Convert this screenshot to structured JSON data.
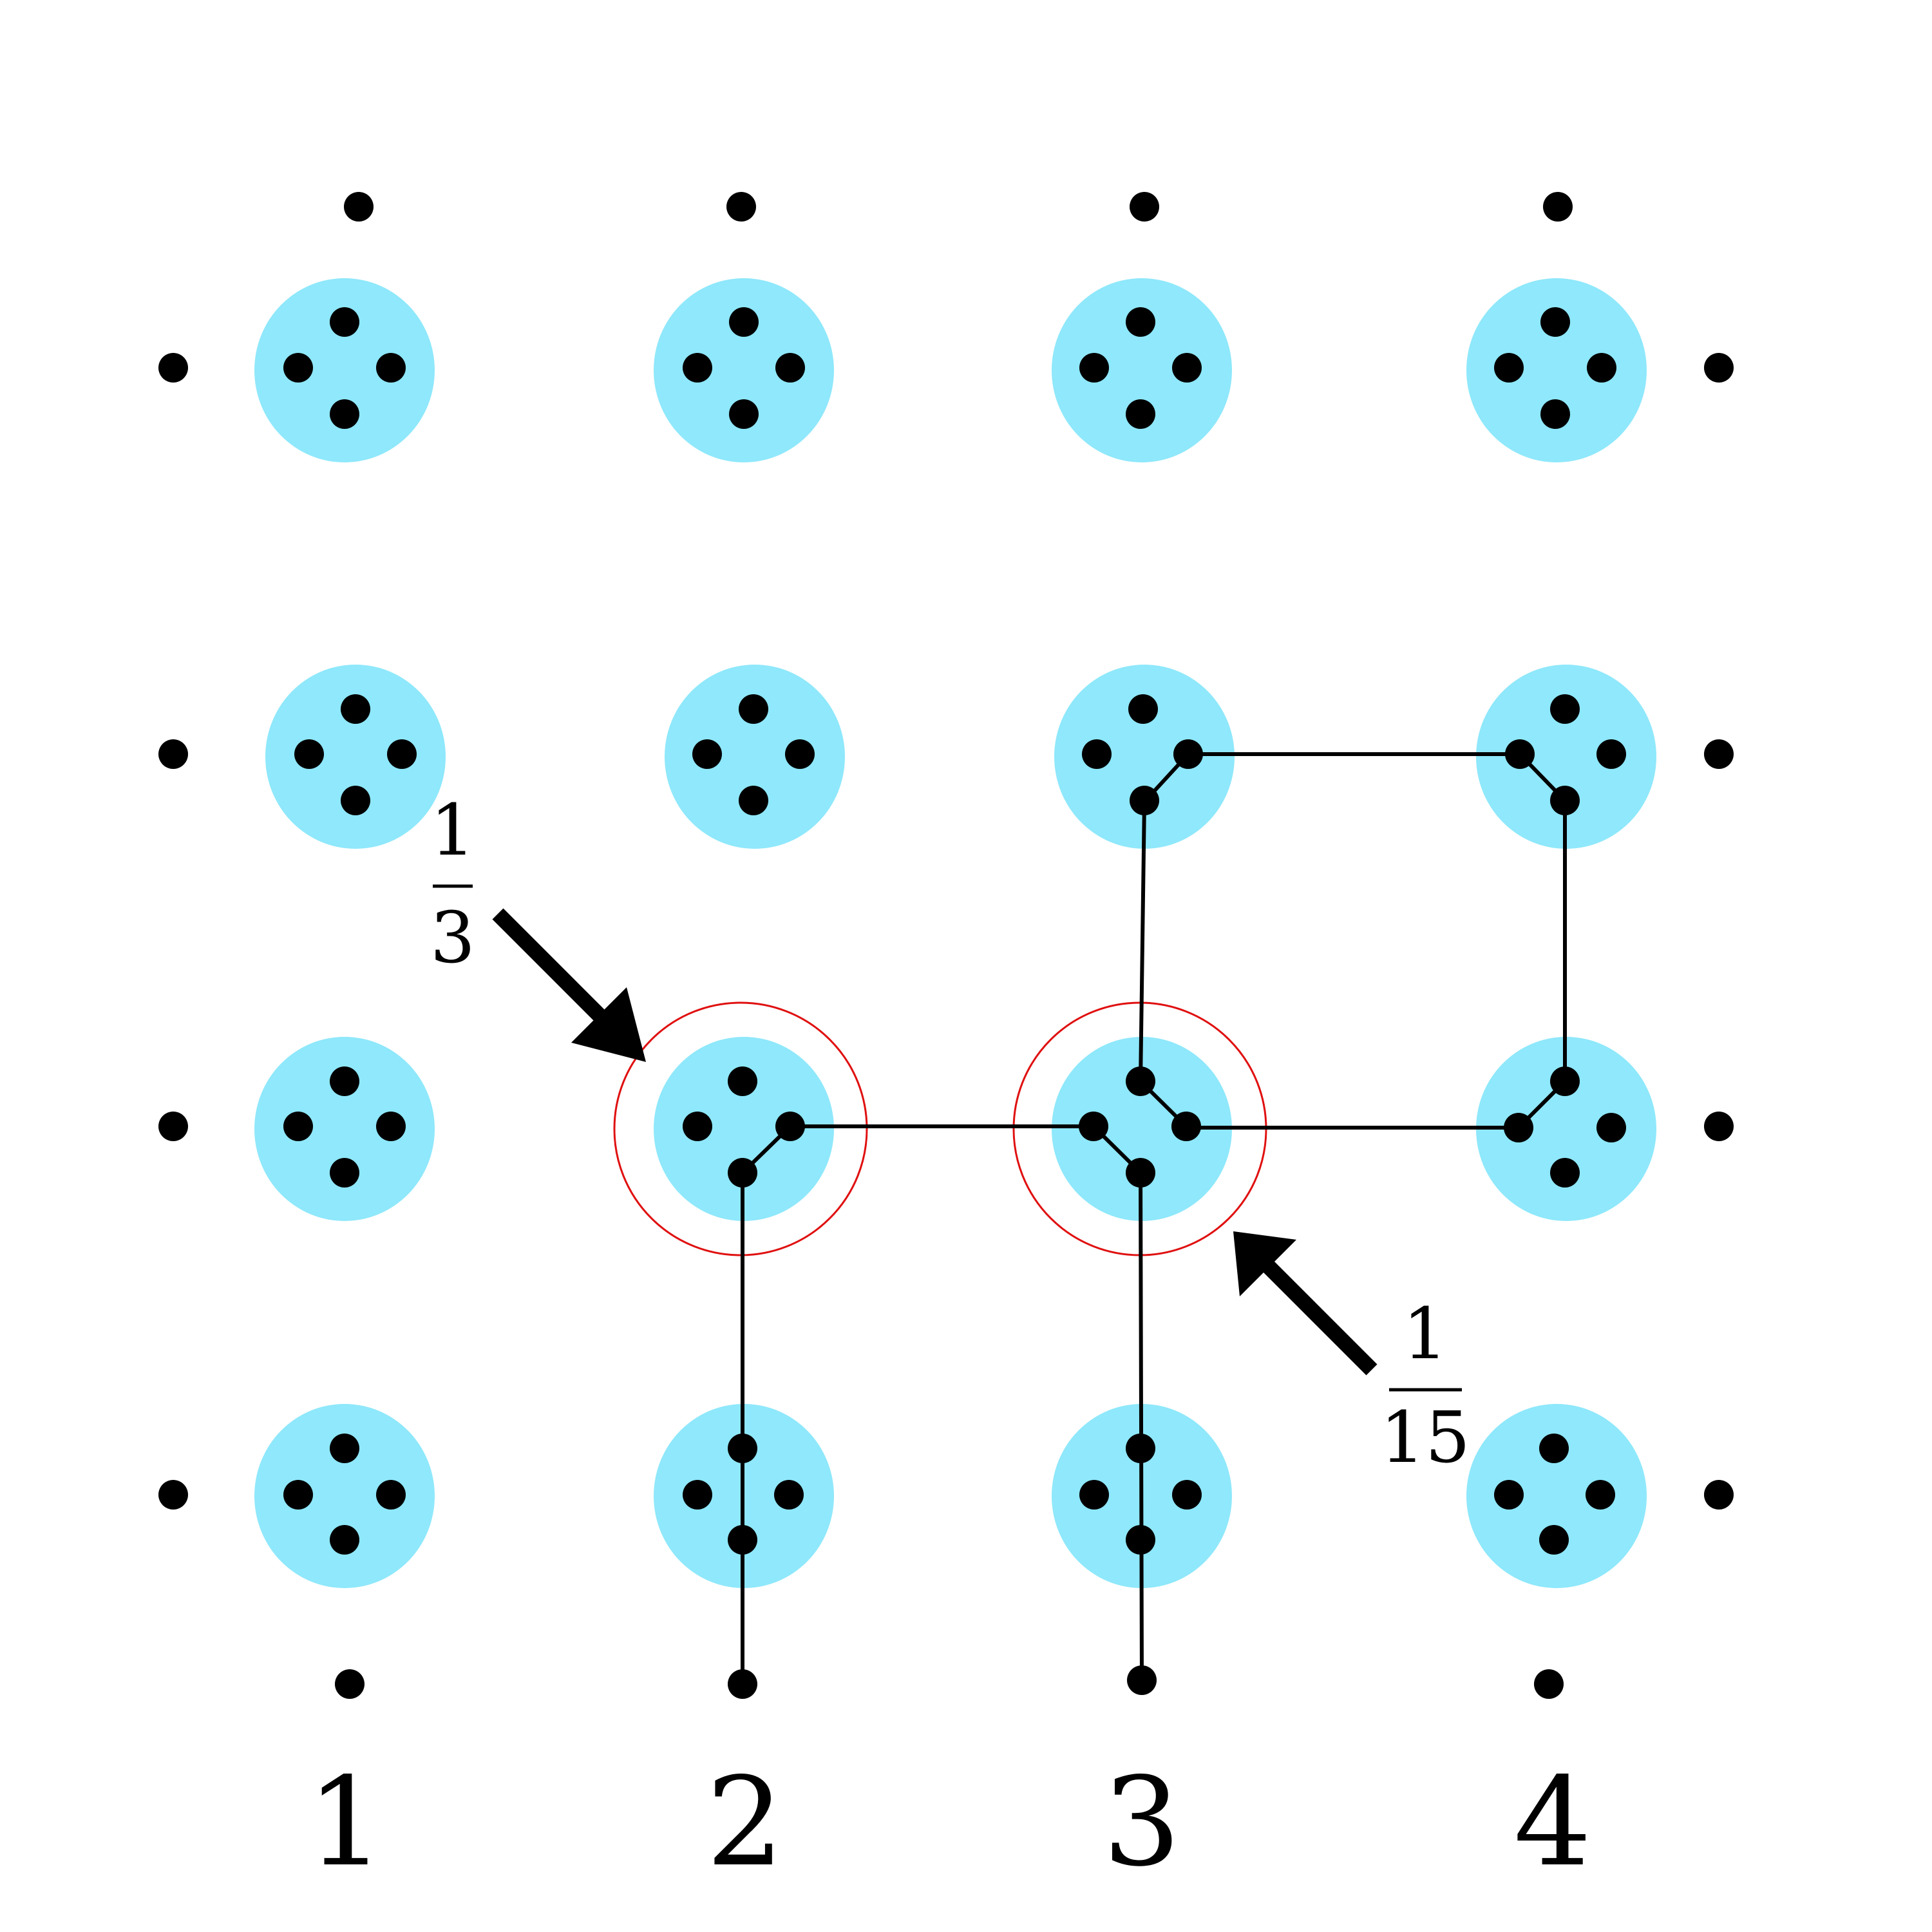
{
  "colors": {
    "node_fill": "#8fe8fb",
    "dot": "#000000",
    "edge": "#000000",
    "highlight": "#e01010",
    "background": "#ffffff"
  },
  "column_labels": [
    "1",
    "2",
    "3",
    "4"
  ],
  "annotations": {
    "left": {
      "numerator": "1",
      "denominator": "3"
    },
    "right": {
      "numerator": "1",
      "denominator": "15"
    }
  },
  "grid": {
    "rows": 4,
    "columns": 4,
    "dots_per_node": 4
  },
  "highlighted_nodes": [
    {
      "row": 3,
      "column": 2
    },
    {
      "row": 3,
      "column": 3
    }
  ]
}
